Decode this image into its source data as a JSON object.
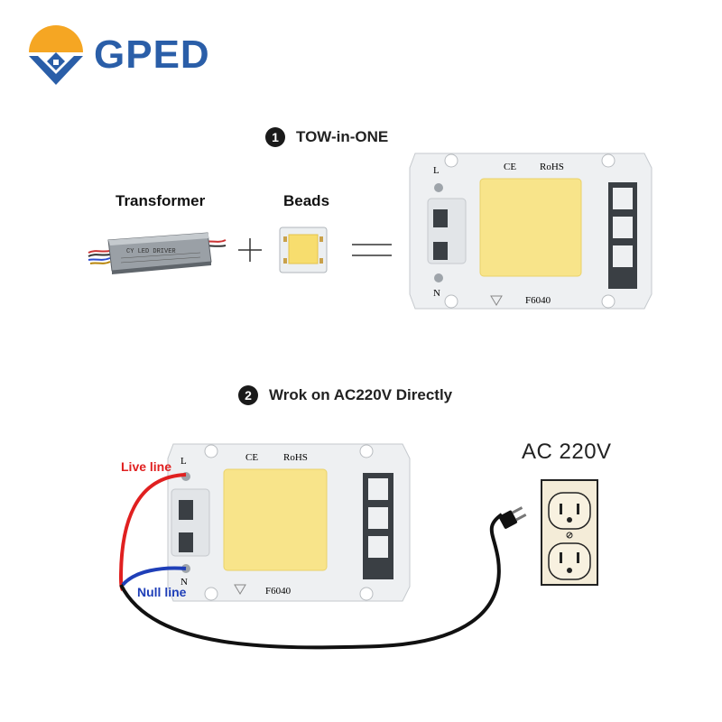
{
  "brand": {
    "name": "GPED"
  },
  "section1": {
    "number": "1",
    "title": "TOW-in-ONE",
    "transformer_label": "Transformer",
    "beads_label": "Beads",
    "driver_text": "CY LED DRIVER"
  },
  "section2": {
    "number": "2",
    "title": "Wrok on AC220V Directly",
    "live_label": "Live line",
    "null_label": "Null line",
    "ac_label": "AC 220V"
  },
  "chip": {
    "ce": "CE",
    "rohs": "RoHS",
    "model": "F6040",
    "pin_l": "L",
    "pin_n": "N"
  },
  "colors": {
    "brand_blue": "#2a5ea8",
    "logo_orange": "#f5a623",
    "live_wire": "#e02020",
    "null_wire": "#1f3fb8",
    "led_yellow": "#f8e48a"
  },
  "icons": [
    "house-logo-icon",
    "plus-icon",
    "equals-icon",
    "warning-icon",
    "plug-icon",
    "outlet-icon"
  ]
}
